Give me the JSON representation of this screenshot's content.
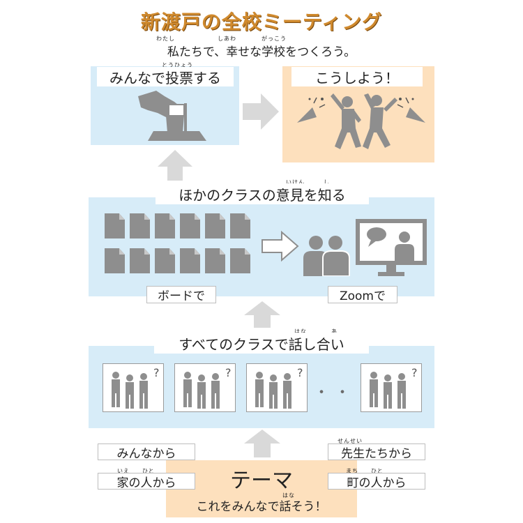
{
  "title": "新渡戸の全校ミーティング",
  "subtitle": {
    "text": "私たちで、幸せな学校をつくろう。",
    "ruby_watashi": "わたし",
    "ruby_shiawase": "しあわ",
    "ruby_gakkou": "がっこう"
  },
  "step_vote": {
    "title": "みんなで投票する",
    "ruby": "とうひょう"
  },
  "step_result": {
    "title": "こうしよう！"
  },
  "step_share": {
    "title": "ほかのクラスの意見を知る",
    "ruby_iken": "いけん",
    "ruby_shi": "し",
    "board_label": "ボードで",
    "zoom_label": "Zoomで"
  },
  "step_discuss": {
    "title": "すべてのクラスで話し合い",
    "ruby_hana": "はな",
    "ruby_a": "あ",
    "ellipsis": "・・・"
  },
  "sources": {
    "everyone": "みんなから",
    "family": "家の人から",
    "family_ruby_ie": "いえ",
    "family_ruby_hito": "ひと",
    "teachers": "先生たちから",
    "teachers_ruby": "せんせい",
    "town": "町の人から",
    "town_ruby_machi": "まち",
    "town_ruby_hito": "ひと"
  },
  "theme": {
    "title": "テーマ",
    "caption": "これをみんなで話そう！",
    "caption_ruby": "はな"
  },
  "colors": {
    "panel_blue": "#d7ecf8",
    "panel_orange": "#fde0bd",
    "icon_gray": "#8e8e8e",
    "arrow_gray": "#d9d9d9",
    "title_orange": "#d08a2e"
  }
}
